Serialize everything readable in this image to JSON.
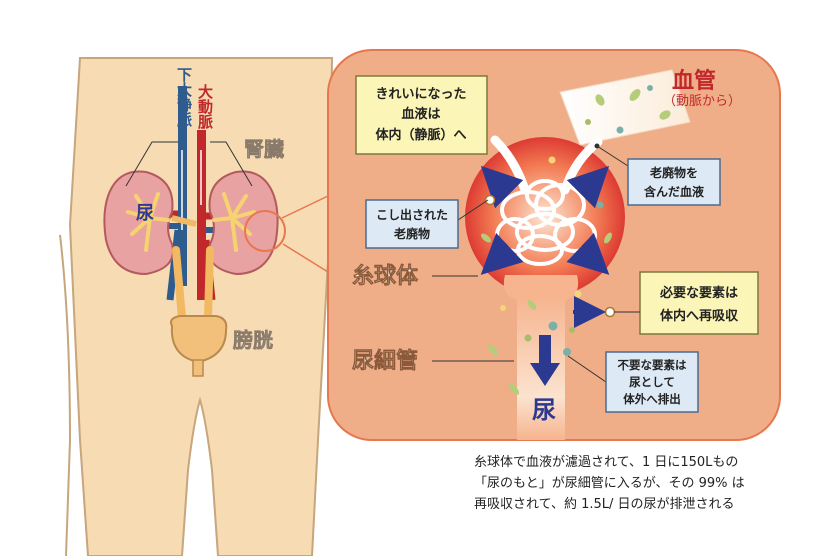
{
  "labels": {
    "vena_cava": "下大静脈",
    "aorta": "大動脈",
    "kidney": "腎臓",
    "urine_in_kidney": "尿",
    "bladder": "膀胱",
    "blood_vessel": "血管",
    "from_artery": "（動脈から）",
    "glomerulus": "糸球体",
    "tubule": "尿細管",
    "urine": "尿"
  },
  "callouts": {
    "clean_blood": [
      "きれいになった",
      "血液は",
      "体内（静脈）へ"
    ],
    "waste_blood": [
      "老廃物を",
      "含んだ血液"
    ],
    "filtered_waste": [
      "こし出された",
      "老廃物"
    ],
    "reabsorb": [
      "必要な要素は",
      "体内へ再吸収"
    ],
    "excrete": [
      "不要な要素は",
      "尿として",
      "体外へ排出"
    ]
  },
  "caption": [
    "糸球体で血液が濾過されて、1 日に150Lもの",
    "「尿のもと」が尿細管に入るが、その 99% は",
    "再吸収されて、約 1.5L/ 日の尿が排泄される"
  ],
  "colors": {
    "skin": "#f6dbb3",
    "panel": "#f0ae88",
    "panel_border": "#e7774e",
    "artery": "#c0282b",
    "vein": "#2f5c8e",
    "callout_yellow": "#fbf6b7",
    "callout_blue": "#ddeaf6",
    "arrow_blue": "#2b3990"
  }
}
